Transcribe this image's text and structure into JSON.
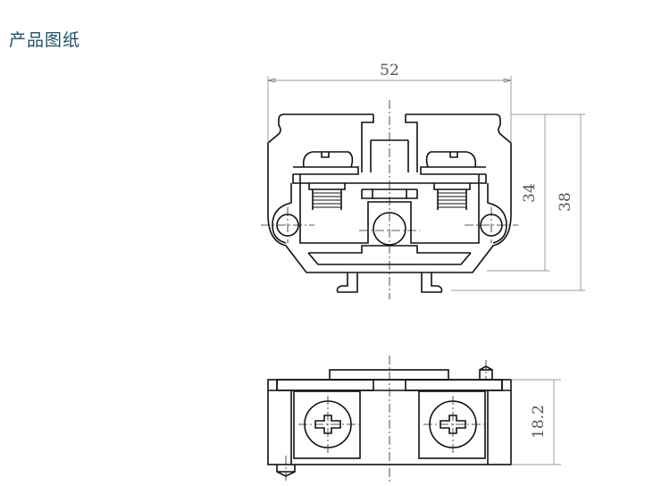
{
  "page": {
    "title": "产品图纸"
  },
  "drawing": {
    "front_view": {
      "width_dim": "52",
      "height_dim_inner": "34",
      "height_dim_outer": "38"
    },
    "top_view": {
      "depth_dim": "18.2"
    }
  },
  "colors": {
    "title": "#1d4f6a",
    "line": "#111111",
    "dimension": "#777777"
  }
}
